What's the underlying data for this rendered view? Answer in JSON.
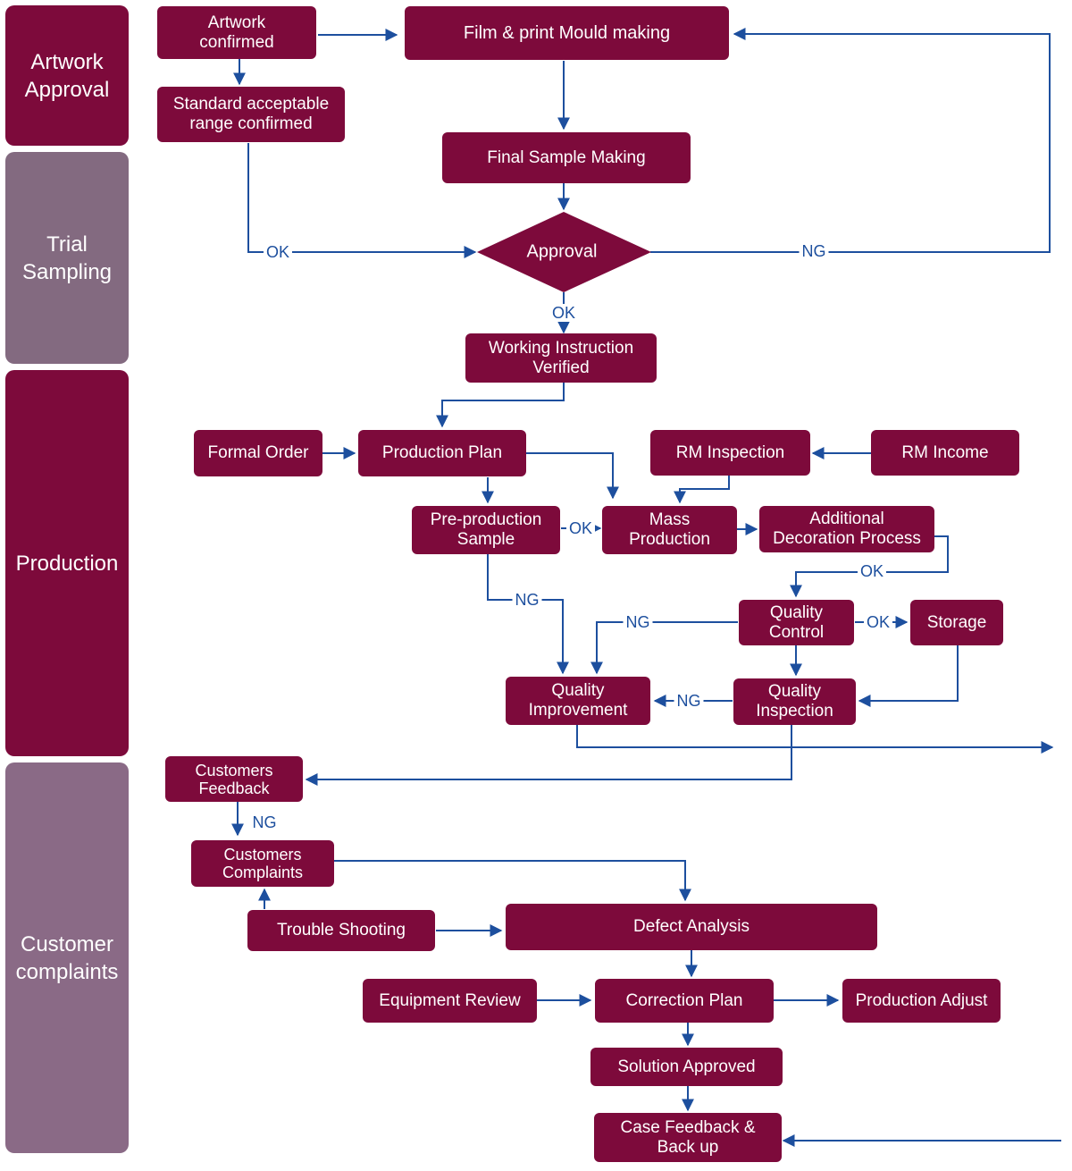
{
  "lanes": {
    "artwork_approval": "Artwork\nApproval",
    "trial_sampling": "Trial\nSampling",
    "production": "Production",
    "customer_complaints": "Customer\ncomplaints"
  },
  "nodes": {
    "artwork_confirmed": "Artwork\nconfirmed",
    "standard_range": "Standard acceptable\nrange confirmed",
    "film_mould": "Film & print Mould making",
    "final_sample": "Final Sample Making",
    "approval": "Approval",
    "working_instruction": "Working Instruction\nVerified",
    "formal_order": "Formal Order",
    "production_plan": "Production Plan",
    "rm_inspection": "RM Inspection",
    "rm_income": "RM Income",
    "pre_production_sample": "Pre-production\nSample",
    "mass_production": "Mass\nProduction",
    "additional_decoration": "Additional\nDecoration Process",
    "quality_control": "Quality\nControl",
    "storage": "Storage",
    "quality_improvement": "Quality\nImprovement",
    "quality_inspection": "Quality\nInspection",
    "customers_feedback": "Customers\nFeedback",
    "customers_complaints": "Customers\nComplaints",
    "trouble_shooting": "Trouble Shooting",
    "defect_analysis": "Defect Analysis",
    "equipment_review": "Equipment Review",
    "correction_plan": "Correction Plan",
    "production_adjust": "Production Adjust",
    "solution_approved": "Solution Approved",
    "case_feedback": "Case Feedback &\nBack up"
  },
  "edge_labels": {
    "ok_to_approval": "OK",
    "ng_from_approval": "NG",
    "ok_below_approval": "OK",
    "ok_pre_to_mass": "OK",
    "ng_pre_production": "NG",
    "ok_decoration_to_qc": "OK",
    "ng_qc": "NG",
    "ok_qc_to_storage": "OK",
    "ng_inspection": "NG",
    "ng_feedback": "NG"
  },
  "colors": {
    "node_fill": "#7d0a3b",
    "lane_artwork": "#7d0a3b",
    "lane_trial": "#836a80",
    "lane_production": "#7d0a3b",
    "lane_customer": "#8a6a86",
    "connector": "#1d4f9e"
  }
}
